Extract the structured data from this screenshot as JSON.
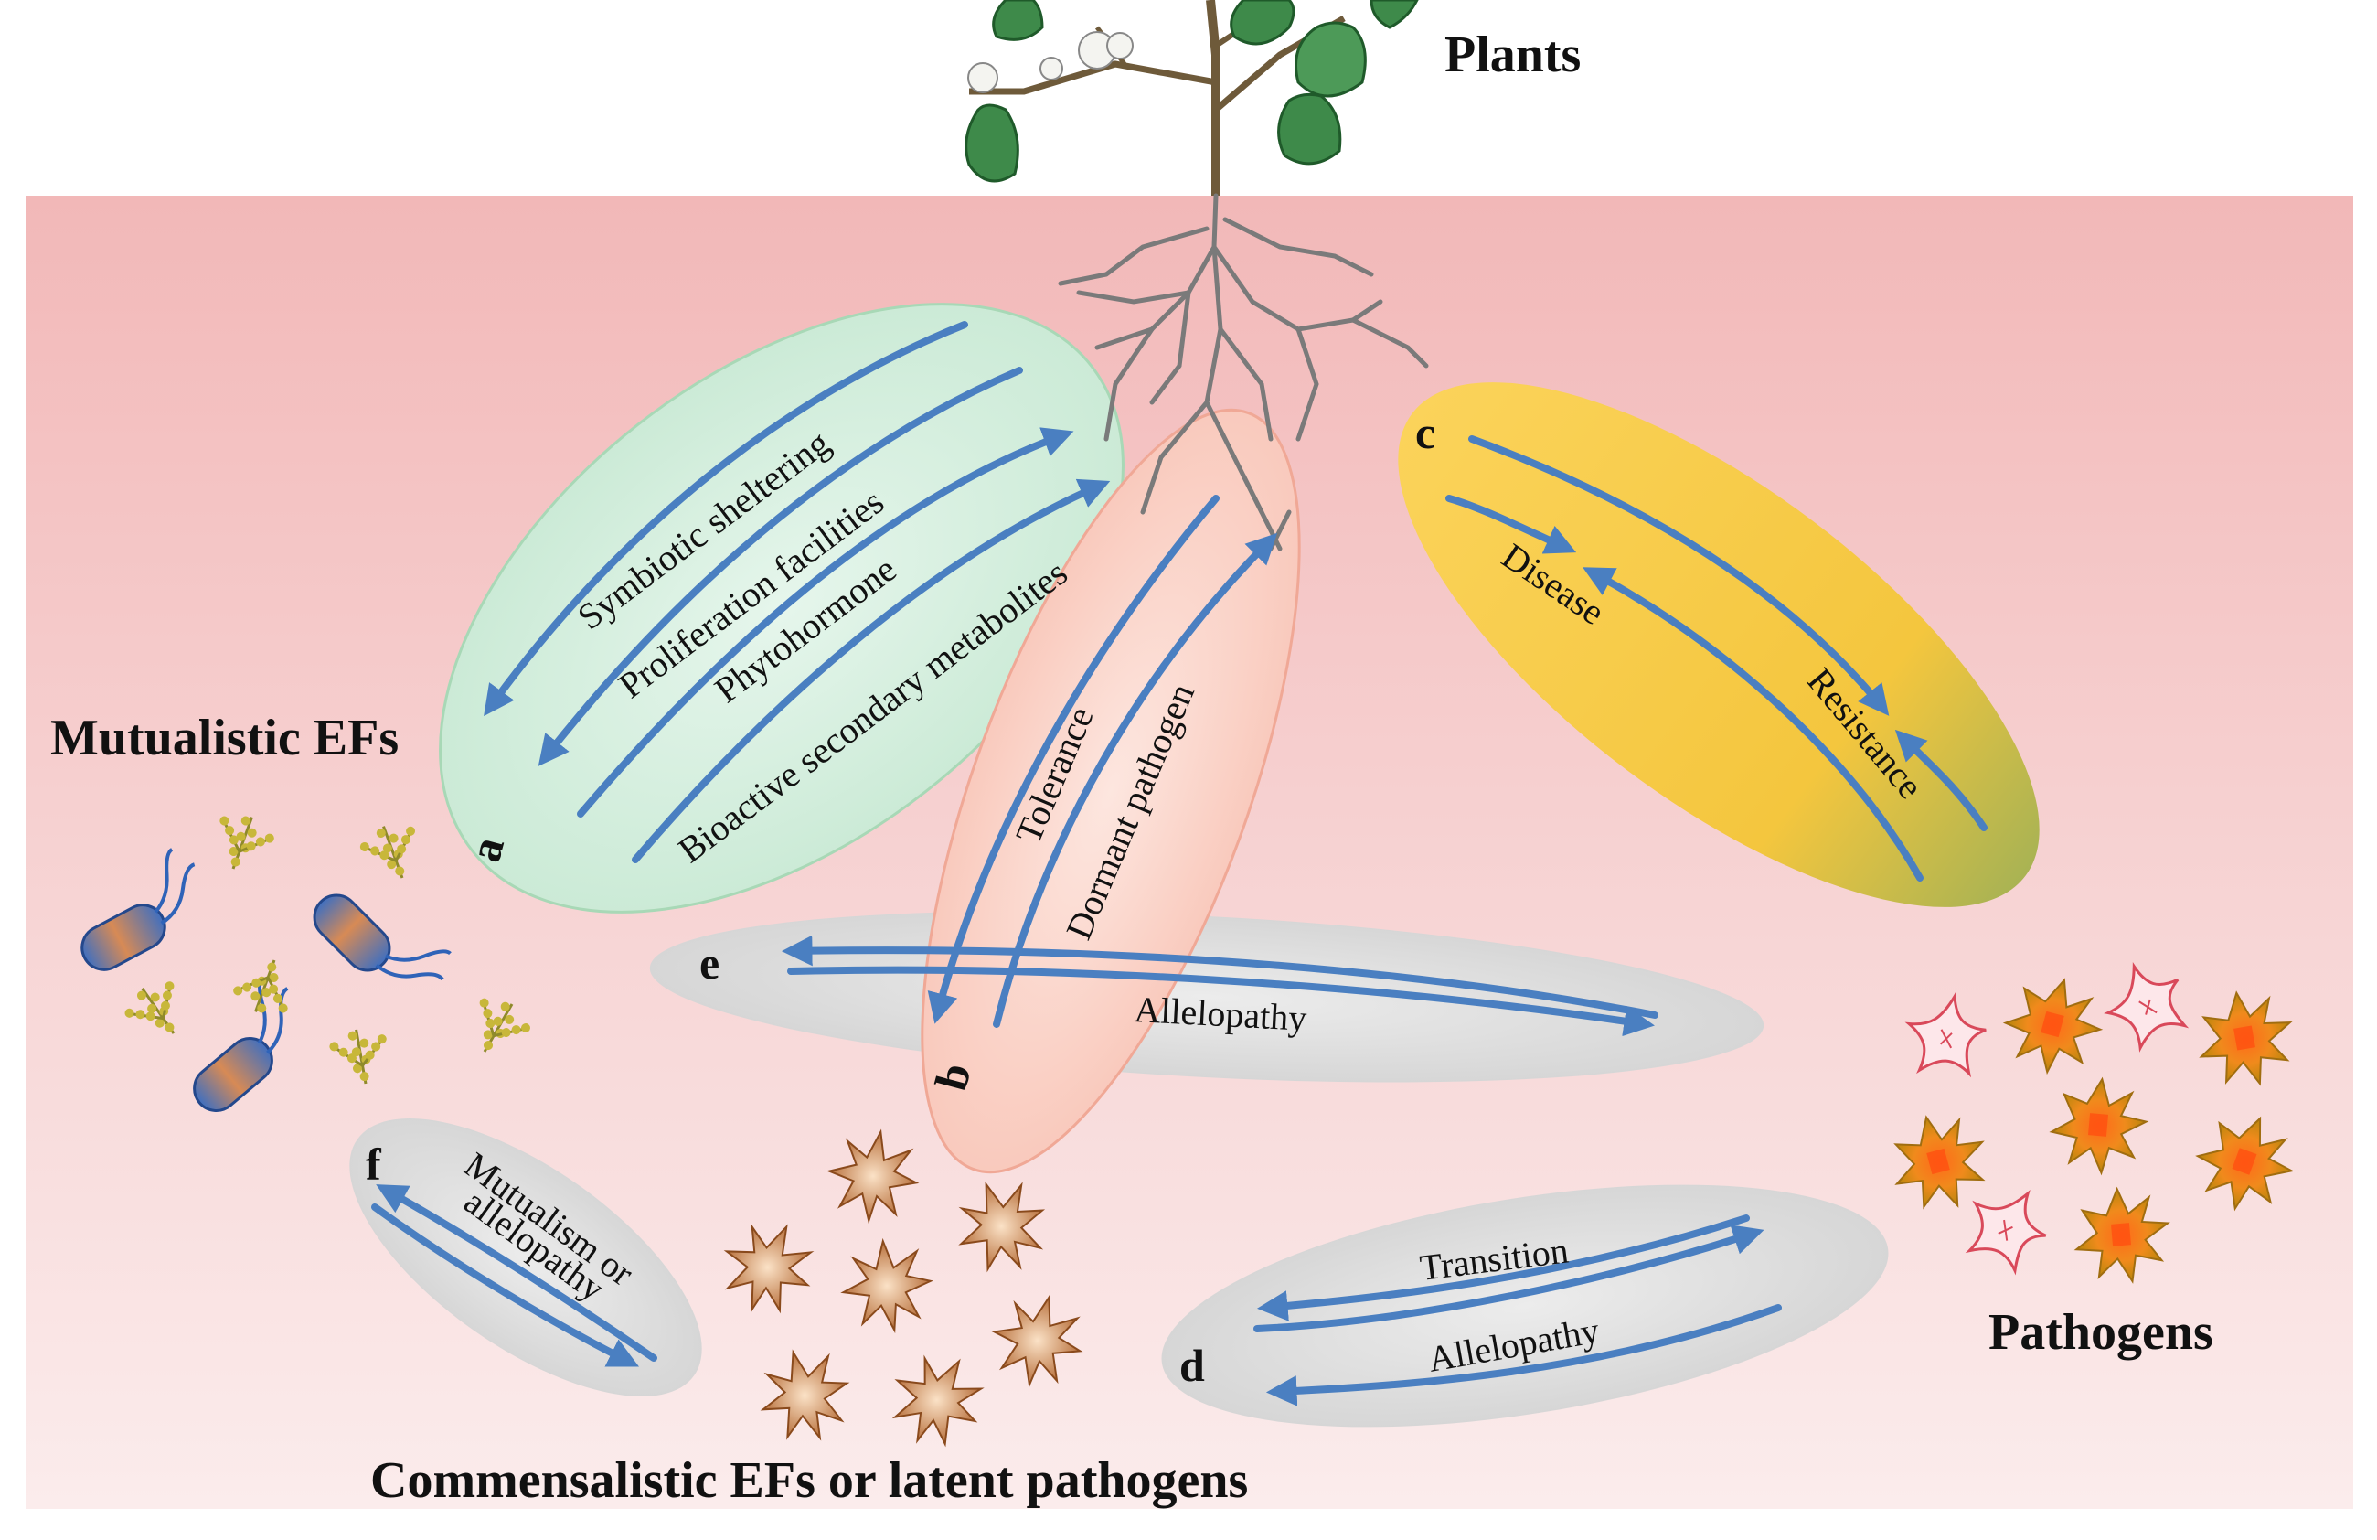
{
  "labels": {
    "plants": "Plants",
    "mutualistic": "Mutualistic EFs",
    "pathogens": "Pathogens",
    "commensal": "Commensalistic EFs or latent pathogens"
  },
  "ellipses": {
    "a": {
      "letter": "a",
      "arrows": [
        "Symbiotic sheltering",
        "Proliferation facilities",
        "Phytohormone",
        "Bioactive secondary metabolites"
      ]
    },
    "b": {
      "letter": "b",
      "arrows": [
        "Tolerance",
        "Dormant pathogen"
      ]
    },
    "c": {
      "letter": "c",
      "arrows": [
        "Disease",
        "Resistance"
      ]
    },
    "d": {
      "letter": "d",
      "arrows": [
        "Transition",
        "Allelopathy"
      ]
    },
    "e": {
      "letter": "e",
      "arrows": [
        "Allelopathy"
      ]
    },
    "f": {
      "letter": "f",
      "arrows": [
        "Mutualism or",
        "allelopathy"
      ]
    }
  },
  "colors": {
    "soil_top": "#f2b8b8",
    "soil_bottom": "#fbecec",
    "arrow": "#4a7fc1",
    "ellipse_a": "#d6efe0",
    "ellipse_b": "#fbd0c4",
    "ellipse_c": "#f6c94a",
    "ellipse_gray": "#dedede",
    "leaf": "#3e8a4a",
    "root": "#7a7a7a"
  },
  "icons": [
    "tree-icon",
    "bacteria-icon",
    "fungal-hyphae-icon",
    "pathogen-spore-icon",
    "commensal-spore-icon"
  ]
}
